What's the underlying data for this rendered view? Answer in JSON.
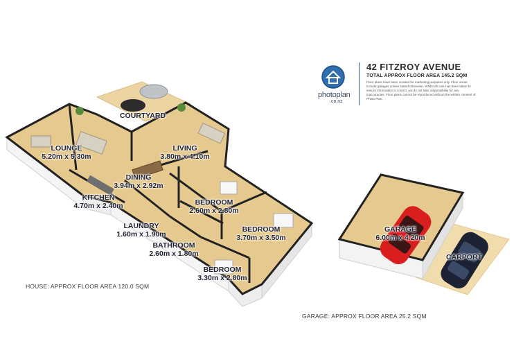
{
  "header": {
    "title": "42 FITZROY AVENUE",
    "subtitle": "TOTAL APPROX FLOOR AREA 145.2 SQM",
    "disclaimer": "Floor plans have been created for marketing purposes only. Floor areas include garages unless stated otherwise. Whilst all care has been taken to ensure information is correct, we do not take responsibility for any inaccuracies. Floor plans cannot be reproduced without the written consent of Photo Plan."
  },
  "brand": {
    "name": "photoplan",
    "domain": ".co.nz",
    "color": "#2f6fb0",
    "icon": "house-logo-icon"
  },
  "rooms": {
    "courtyard": {
      "name": "COURTYARD"
    },
    "lounge": {
      "name": "LOUNGE",
      "dims": "5.20m x 5.30m"
    },
    "living": {
      "name": "LIVING",
      "dims": "3.80m x 4.10m"
    },
    "dining": {
      "name": "DINING",
      "dims": "3.94m x 2.92m"
    },
    "kitchen": {
      "name": "KITCHEN",
      "dims": "4.70m x 2.40m"
    },
    "laundry": {
      "name": "LAUNDRY",
      "dims": "1.60m x 1.90m"
    },
    "bathroom": {
      "name": "BATHROOM",
      "dims": "2.60m x 1.80m"
    },
    "bedroom1": {
      "name": "BEDROOM",
      "dims": "2.60m x 2.80m"
    },
    "bedroom2": {
      "name": "BEDROOM",
      "dims": "3.70m x 3.50m"
    },
    "bedroom3": {
      "name": "BEDROOM",
      "dims": "3.30m x 2.80m"
    },
    "garage": {
      "name": "GARAGE",
      "dims": "6.00m x 4.20m"
    },
    "carport": {
      "name": "CARPORT"
    }
  },
  "areas": {
    "house": "HOUSE: APPROX FLOOR AREA 120.0 SQM",
    "garage": "GARAGE: APPROX FLOOR AREA 25.2 SQM"
  },
  "colors": {
    "floor": "#e6c98e",
    "wall_top": "#2b2b2b",
    "wall_side": "#f2f2f2",
    "car_red": "#d81e1e",
    "car_navy": "#1c2233",
    "carport_pad": "#f1dcae"
  }
}
